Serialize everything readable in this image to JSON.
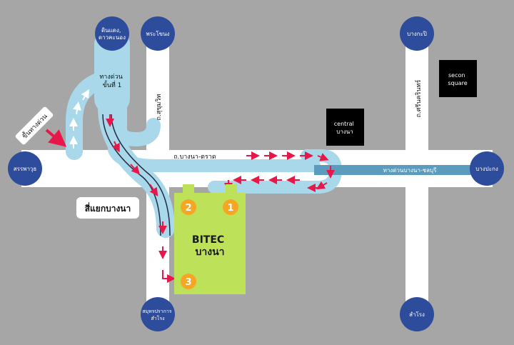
{
  "nodes": {
    "din_daeng": "ดินแดง,\nดาวคะนอง",
    "phra_khanong": "พระโขนง",
    "bang_kapi": "บางกะปิ",
    "sanphawut": "สรรพาวุธ",
    "bang_pakong": "บางปะกง",
    "samut_prakan": "สมุทรปราการ\nสำโรง",
    "samrong": "สำโรง"
  },
  "roads": {
    "expressway_1": "ทางด่วน\nขั้นที่ 1",
    "sukhumvit": "ถ.สุขุมวิท",
    "bangna_trat": "ถ.บางนา-ตราด",
    "bangna_chonburi_expressway": "ทางด่วนบางนา-ชลบุรี",
    "srinakarin": "ถ.ศรีนครินทร์"
  },
  "places": {
    "central": "central\nบางนา",
    "secon": "secon\nsquare",
    "bitec": "BITEC\nบางนา"
  },
  "labels": {
    "junction": "สี่แยกบางนา",
    "expressway_entry": "ขึ้นทางด่วน"
  },
  "gates": [
    "1",
    "2",
    "3"
  ],
  "colors": {
    "background": "#a6a6a6",
    "road": "#ffffff",
    "expressway": "#a8d8ea",
    "expressway_dark": "#5b9bbd",
    "node": "#2e4c9c",
    "bitec": "#bde25a",
    "gate": "#f6a623",
    "arrow": "#e8174a",
    "building": "#000000"
  }
}
